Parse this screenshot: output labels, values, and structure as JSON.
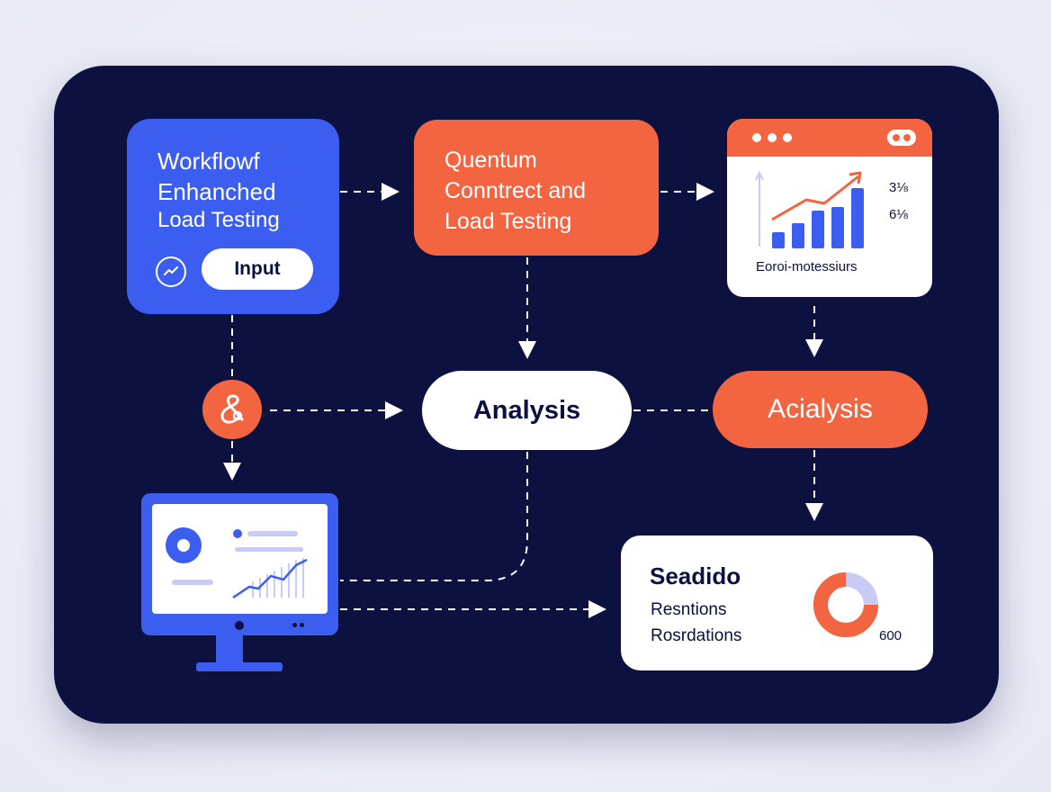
{
  "workflow_node": {
    "line1": "Workflowf",
    "line2": "Enhanched",
    "line3": "Load Testing",
    "input_label": "Input"
  },
  "quantum_node": {
    "line1": "Quentum",
    "line2": "Conntrect and",
    "line3": "Load Testing"
  },
  "chart_window": {
    "metric_1": "3⅛",
    "metric_2": "6⅛",
    "caption": "Eoroi-motessiurs",
    "bar_levels": [
      0.25,
      0.4,
      0.6,
      0.65,
      0.95
    ]
  },
  "analysis_label": "Analysis",
  "acialysis_label": "Acialysis",
  "results_card": {
    "title": "Seadido",
    "line1": "Resntions",
    "line2": "Rosrdations",
    "value": "600",
    "donut_fraction_accent": 0.75
  },
  "colors": {
    "panel": "#0c1140",
    "blue": "#3c5ef0",
    "orange": "#f26540",
    "white": "#ffffff",
    "lavender": "#c7cbf5"
  }
}
